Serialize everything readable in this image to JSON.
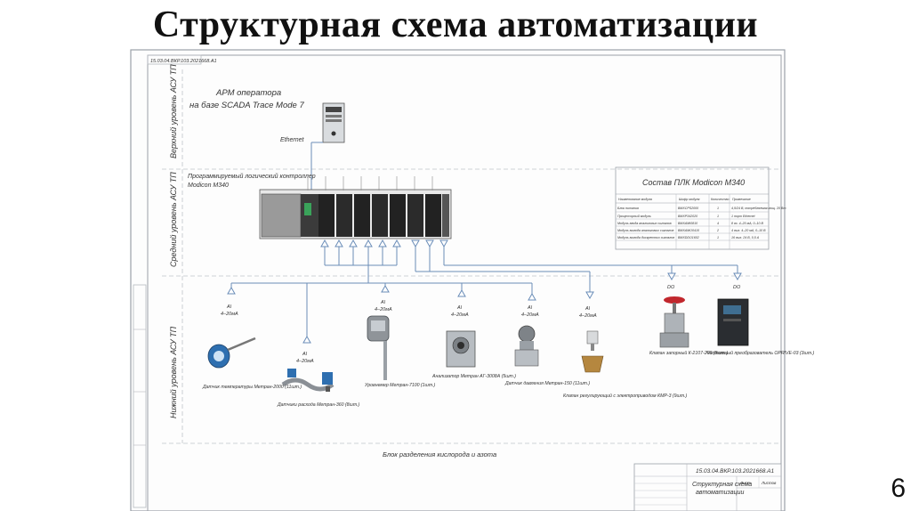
{
  "slide": {
    "title": "Структурная схема автоматизации",
    "page_number": "6"
  },
  "sheet": {
    "corner_stamp": "15.03.04.ВКР.103.2021668.А1",
    "levels": {
      "top": "Верхний уровень АСУ ТП",
      "middle": "Средний уровень АСУ ТП",
      "bottom": "Нижний уровень АСУ ТП"
    },
    "arm_label_1": "АРМ оператора",
    "arm_label_2": "на базе SCADA Trace Mode 7",
    "ethernet": "Ethernet",
    "plc_label_1": "Программируемый логический контроллер",
    "plc_label_2": "Modicon M340",
    "composition_title": "Состав ПЛК Modicon M340",
    "composition_headers": [
      "Наименование модуля",
      "Шифр модуля",
      "Количество",
      "Примечание"
    ],
    "composition_rows": [
      [
        "Блок питания",
        "BMXCPS2000",
        "1",
        "4,5/24 В, потребляемая мощ. 20 Вт"
      ],
      [
        "Процессорный модуль",
        "BMXP342020",
        "1",
        "1 порт Ethernet"
      ],
      [
        "Модуль ввода аналоговых сигналов",
        "BMXAMI0810",
        "4",
        "8 вх. 4–20 мА, 0–10 В"
      ],
      [
        "Модуль вывода аналоговых сигналов",
        "BMXAMO0410",
        "2",
        "4 вых. 4–20 мА, 0–10 В"
      ],
      [
        "Модуль вывода дискретных сигналов",
        "BMXDDO1602",
        "1",
        "16 вых. 24 В, 0,5 А"
      ]
    ],
    "signal_ai": "AI",
    "signal_current": "4–20мА",
    "signal_do": "DO",
    "devices": [
      "Датчик температуры Метран-2000 (11шт.)",
      "Датчики расхода Метран-360 (8шт.)",
      "Уровнемер Метран-7100 (1шт.)",
      "Анализатор Метран АГ-3008А (5шт.)",
      "Датчик давления Метран-150 (11шт.)",
      "Клапан регулирующий с электроприводом КМР-3 (9шт.)",
      "Клапан запорный К-2107-200 (8шт.)",
      "Частотный преобразователь OPRIVE-03 (3шт.)"
    ],
    "bottom_label": "Блок разделения кислорода и азота",
    "stamp_code": "15.03.04.ВКР.103.2021668.А1",
    "stamp_title_1": "Структурная схема",
    "stamp_title_2": "автоматизации",
    "stamp_sheet": "Лист",
    "stamp_sheets": "Листов"
  },
  "colors": {
    "line": "#6a8db8",
    "frame": "#9aa0a8",
    "dark": "#2a2a2a"
  }
}
